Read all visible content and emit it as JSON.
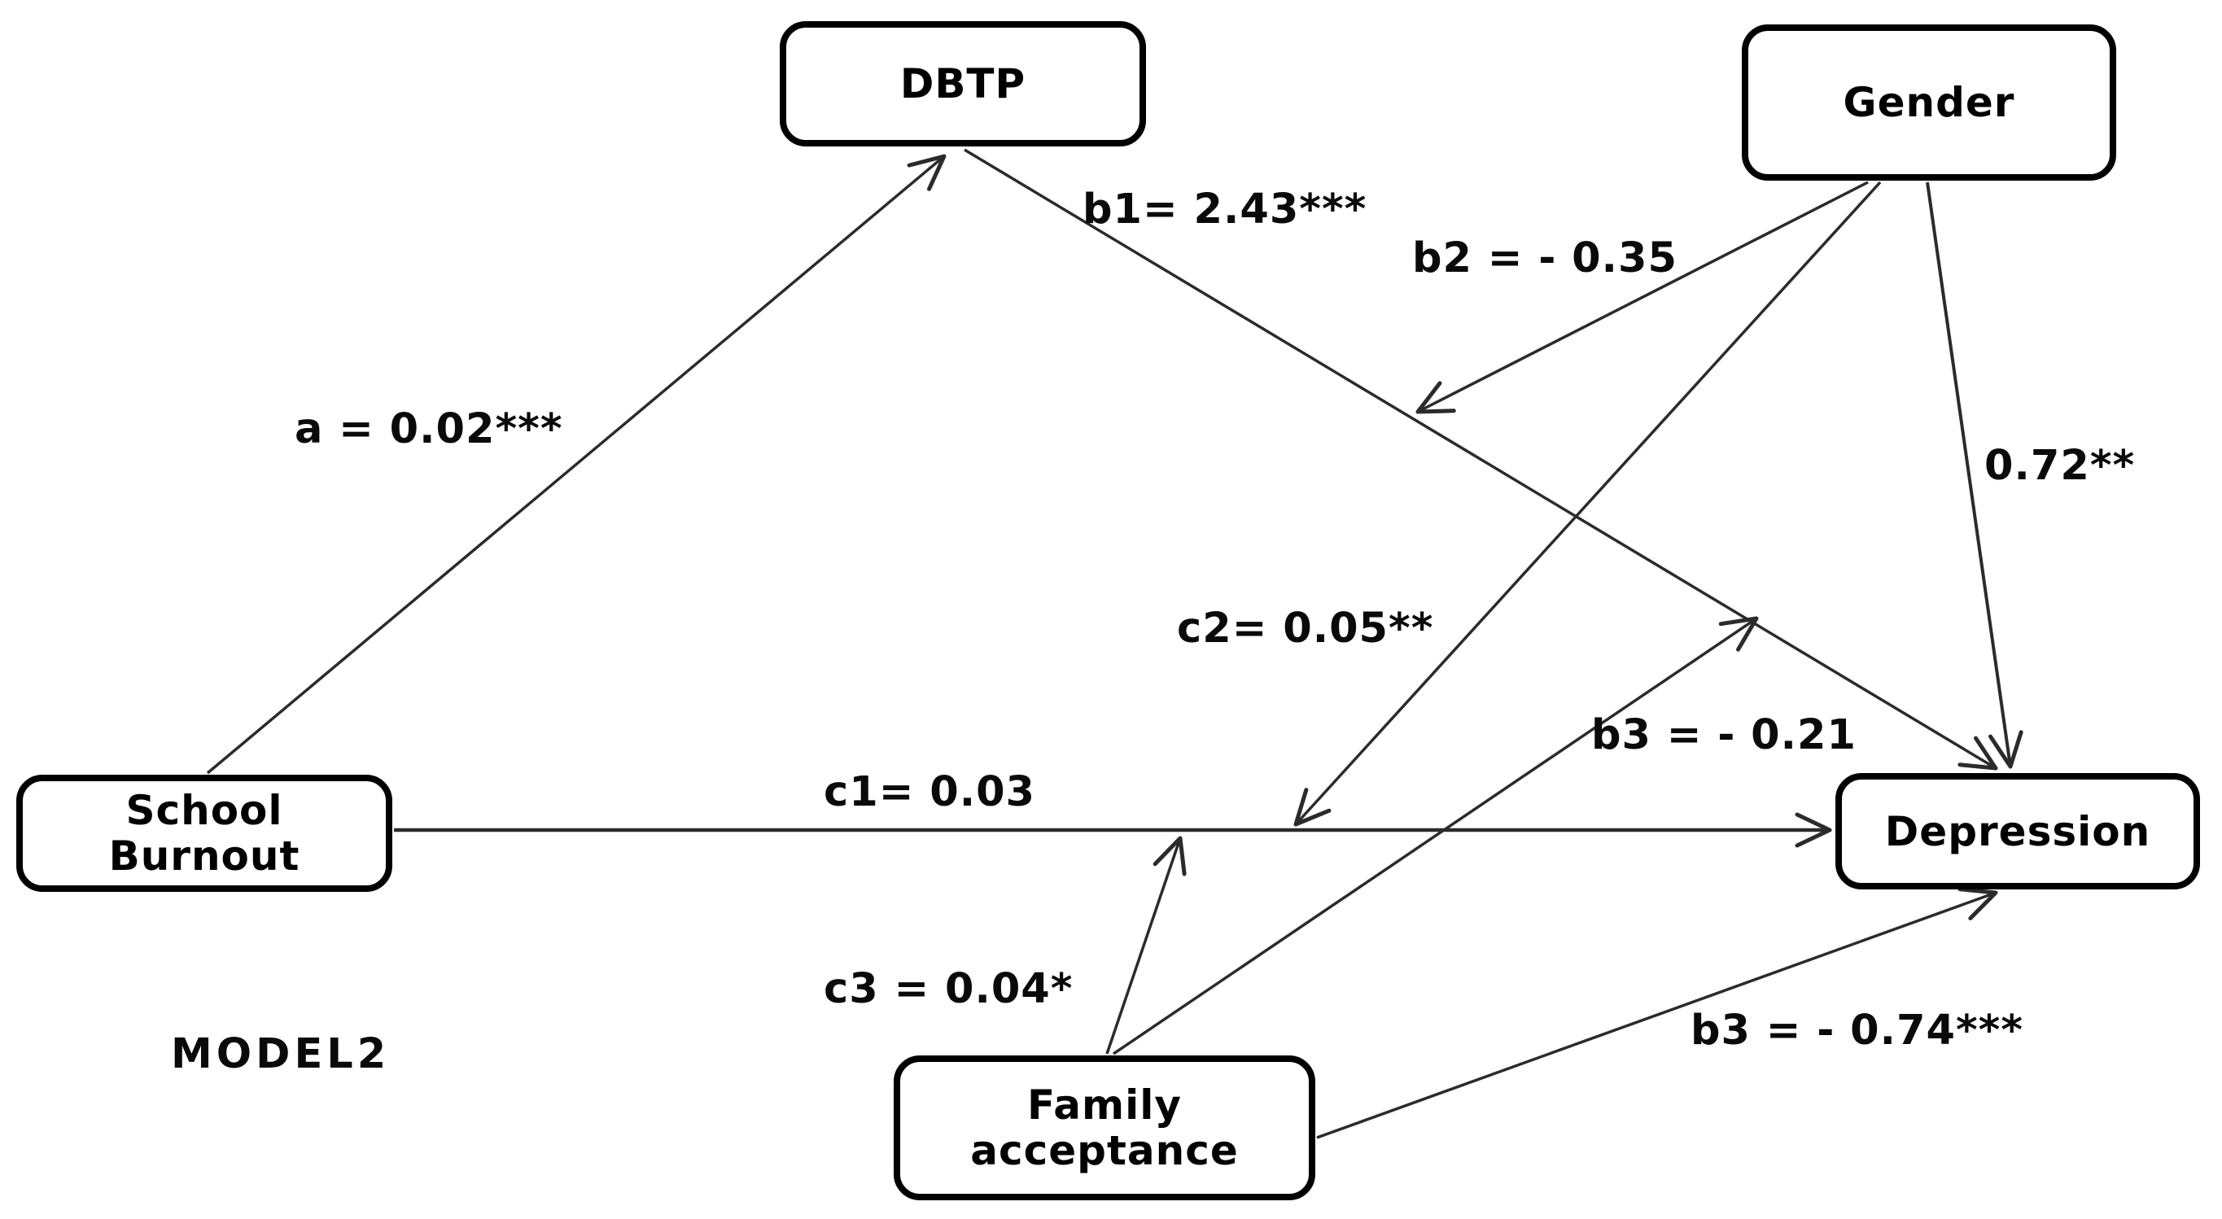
{
  "model_label": "MODEL2",
  "colors": {
    "background": "#ffffff",
    "line": "#2b2b2b",
    "box_border": "#000000",
    "text": "#000000"
  },
  "nodes": {
    "dbtp": {
      "label": "DBTP"
    },
    "gender": {
      "label": "Gender"
    },
    "school_burnout": {
      "line1": "School",
      "line2": "Burnout"
    },
    "depression": {
      "label": "Depression"
    },
    "family_acceptance": {
      "line1": "Family",
      "line2": "acceptance"
    }
  },
  "edges": {
    "a": {
      "from": "School Burnout",
      "to": "DBTP",
      "label": "a = 0.02***"
    },
    "b1": {
      "from": "DBTP",
      "to": "Depression",
      "label": "b1= 2.43***"
    },
    "c1": {
      "from": "School Burnout",
      "to": "Depression",
      "label": "c1= 0.03"
    },
    "b2": {
      "from": "Gender",
      "to": "b1 path (moderation)",
      "label": "b2 = - 0.35"
    },
    "c2": {
      "from": "Gender",
      "to": "c1 path (moderation)",
      "label": "c2= 0.05**"
    },
    "gender_direct": {
      "from": "Gender",
      "to": "Depression",
      "label": "0.72**"
    },
    "c3": {
      "from": "Family acceptance",
      "to": "c1 path (moderation)",
      "label": "c3 = 0.04*"
    },
    "b3_moderation": {
      "from": "Family acceptance",
      "to": "b1 path (moderation)",
      "label": "b3 = - 0.21"
    },
    "b3_direct": {
      "from": "Family acceptance",
      "to": "Depression",
      "label": "b3 = - 0.74***"
    }
  }
}
